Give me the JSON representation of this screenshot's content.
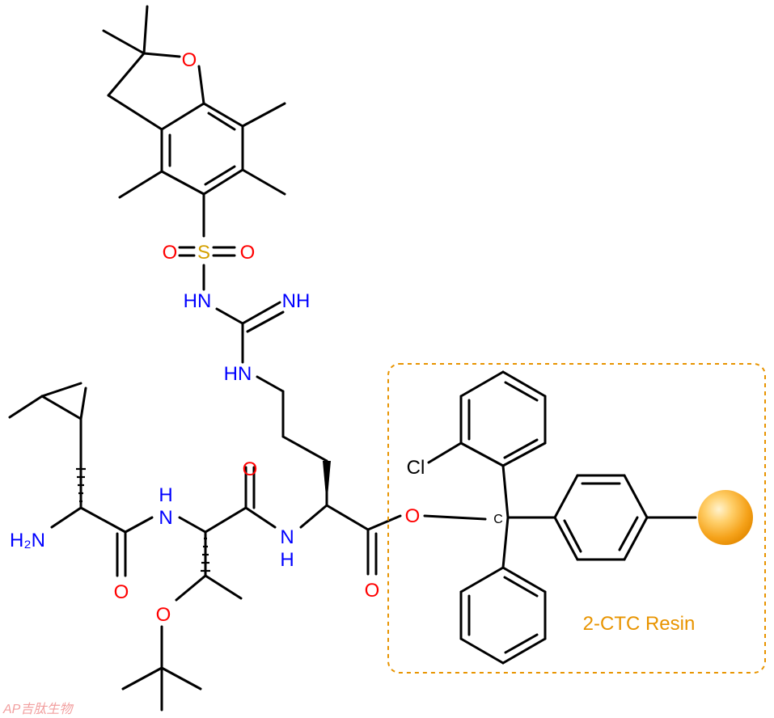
{
  "colors": {
    "bond": "#000000",
    "oxygen": "#ff0000",
    "nitrogen": "#0000ff",
    "sulfur": "#d4a000",
    "resin_accent": "#e89400",
    "chlorine": "#000000",
    "watermark": "#f2a0a0"
  },
  "atoms": {
    "o_furan": "O",
    "s": "S",
    "o_s_left": "O",
    "o_s_right": "O",
    "hn_sulfonyl": "HN",
    "nh_imine": "NH",
    "hn_guan": "HN",
    "h2n_leu": "H₂N",
    "nh_leu_amide": "N",
    "h_leu_amide": "H",
    "o_leu_carbonyl": "O",
    "o_thr_carbonyl": "O",
    "nh_thr_amide_n": "N",
    "nh_thr_amide_h": "H",
    "o_thr_ether": "O",
    "o_arg_carbonyl": "O",
    "o_ester": "O",
    "cl": "Cl",
    "c_trityl": "C"
  },
  "resin": {
    "label": "2-CTC Resin",
    "bead_icon": "resin-bead-icon"
  },
  "watermark": {
    "text": "AP吉肽生物"
  }
}
